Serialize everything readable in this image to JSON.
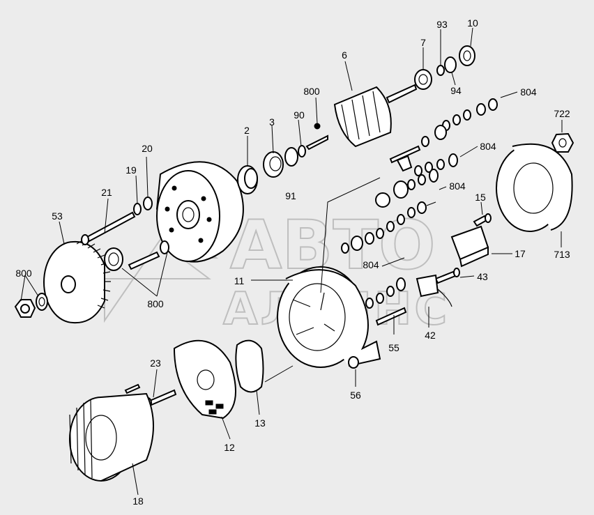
{
  "watermark": {
    "line1": "АВТО",
    "line2": "АЛЬЯНС"
  },
  "labels": {
    "p2": "2",
    "p3": "3",
    "p6": "6",
    "p7": "7",
    "p10": "10",
    "p11": "11",
    "p12": "12",
    "p13": "13",
    "p15": "15",
    "p17": "17",
    "p18": "18",
    "p19": "19",
    "p20": "20",
    "p21": "21",
    "p23": "23",
    "p42": "42",
    "p43": "43",
    "p53": "53",
    "p55": "55",
    "p56": "56",
    "p90": "90",
    "p91": "91",
    "p93": "93",
    "p94": "94",
    "p713": "713",
    "p722": "722",
    "p800_top": "800",
    "p800_left": "800",
    "p800_mid": "800",
    "p804_a": "804",
    "p804_b": "804",
    "p804_c": "804",
    "p804_d": "804"
  }
}
